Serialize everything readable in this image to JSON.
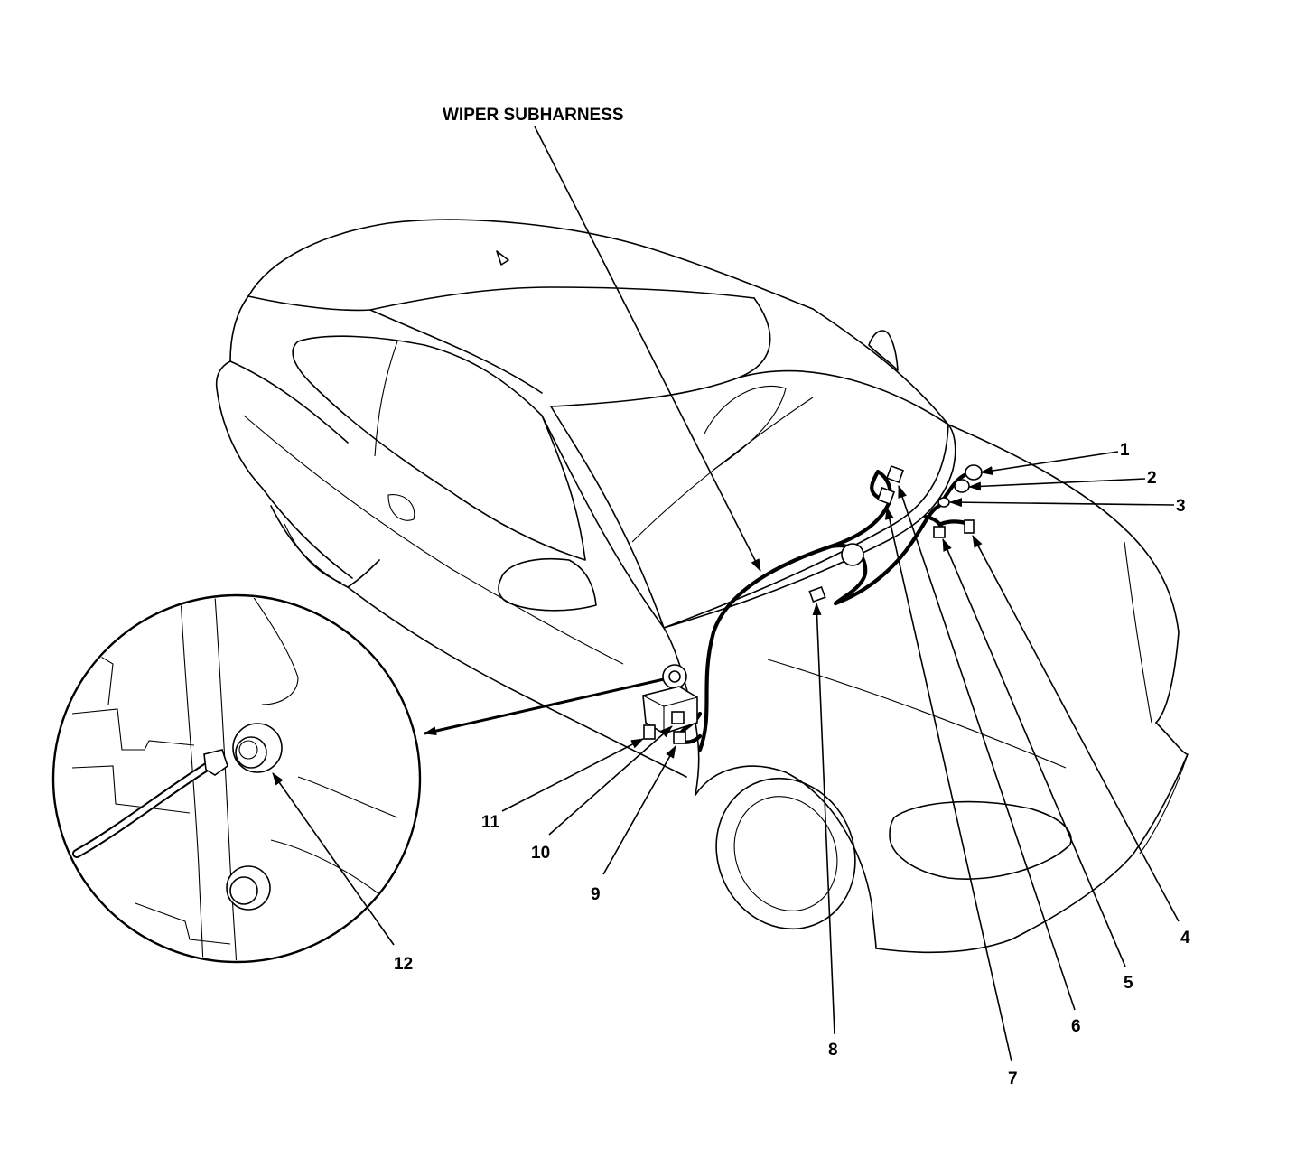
{
  "diagram": {
    "harness_label": "WIPER SUBHARNESS",
    "callouts": [
      {
        "id": "c1",
        "label": "1"
      },
      {
        "id": "c2",
        "label": "2"
      },
      {
        "id": "c3",
        "label": "3"
      },
      {
        "id": "c4",
        "label": "4"
      },
      {
        "id": "c5",
        "label": "5"
      },
      {
        "id": "c6",
        "label": "6"
      },
      {
        "id": "c7",
        "label": "7"
      },
      {
        "id": "c8",
        "label": "8"
      },
      {
        "id": "c9",
        "label": "9"
      },
      {
        "id": "c10",
        "label": "10"
      },
      {
        "id": "c11",
        "label": "11"
      },
      {
        "id": "c12",
        "label": "12"
      }
    ]
  }
}
